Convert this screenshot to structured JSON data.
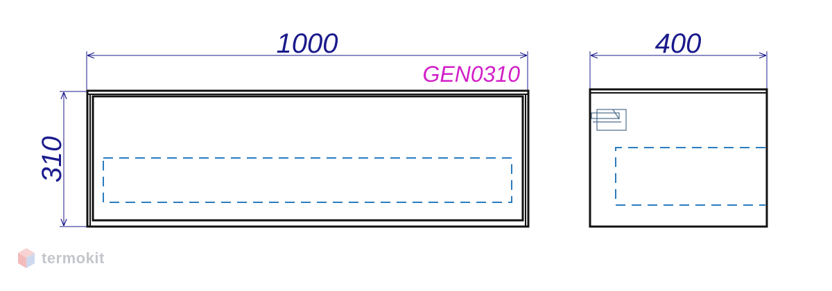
{
  "drawing": {
    "front_width_label": "1000",
    "front_height_label": "310",
    "side_depth_label": "400",
    "model_code": "GEN0310"
  },
  "watermark": {
    "text": "termokit",
    "logo_icon": "hexagon-cube-icon"
  },
  "colors": {
    "dimension": "#1a1a8c",
    "code": "#d21fc8",
    "outline": "#111111",
    "hidden_line": "#2a7bbf",
    "watermark": "#8a8f99"
  }
}
